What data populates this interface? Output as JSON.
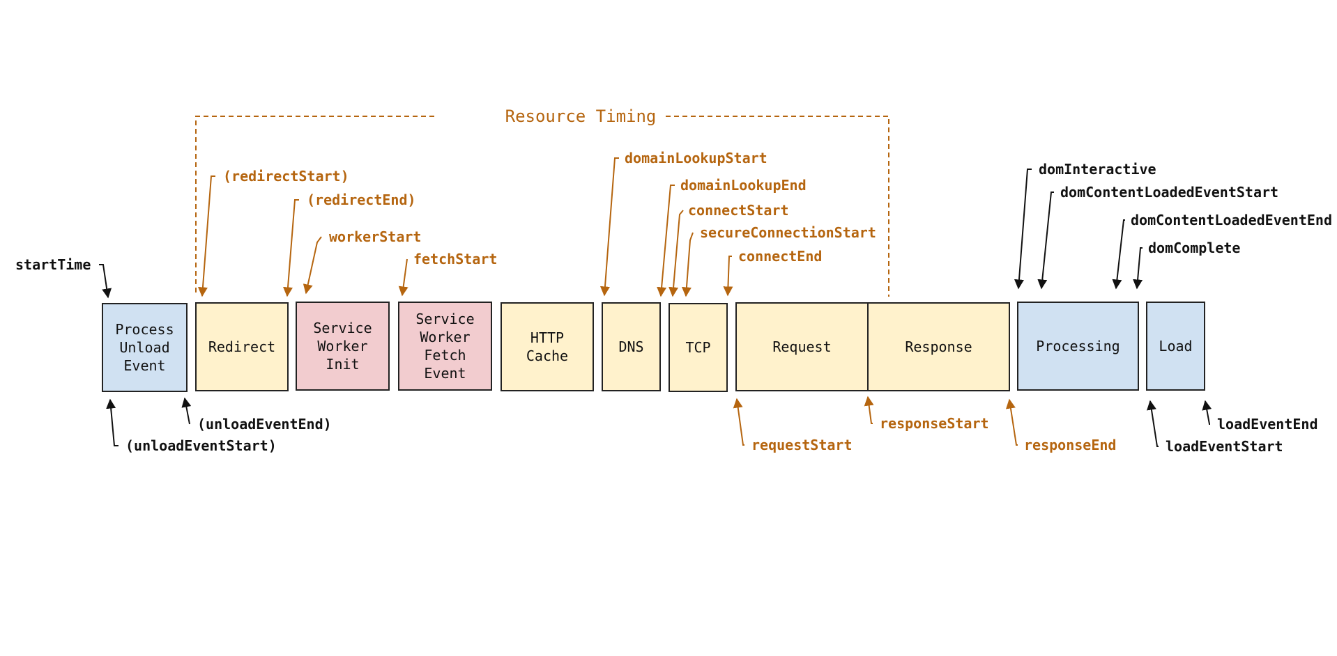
{
  "title": "Resource Timing",
  "colors": {
    "resource_timing": "#b5650f",
    "navigation": "#111111",
    "blue_fill": "#d0e1f2",
    "yellow_fill": "#fff2cc",
    "pink_fill": "#f2cccf"
  },
  "phases": [
    {
      "id": "process-unload-event",
      "lines": [
        "Process",
        "Unload",
        "Event"
      ],
      "fill": "blue"
    },
    {
      "id": "redirect",
      "lines": [
        "Redirect"
      ],
      "fill": "yellow"
    },
    {
      "id": "service-worker-init",
      "lines": [
        "Service",
        "Worker",
        "Init"
      ],
      "fill": "pink"
    },
    {
      "id": "service-worker-fetch-event",
      "lines": [
        "Service",
        "Worker",
        "Fetch",
        "Event"
      ],
      "fill": "pink"
    },
    {
      "id": "http-cache",
      "lines": [
        "HTTP",
        "Cache"
      ],
      "fill": "yellow"
    },
    {
      "id": "dns",
      "lines": [
        "DNS"
      ],
      "fill": "yellow"
    },
    {
      "id": "tcp",
      "lines": [
        "TCP"
      ],
      "fill": "yellow"
    },
    {
      "id": "request",
      "lines": [
        "Request"
      ],
      "fill": "yellow"
    },
    {
      "id": "response",
      "lines": [
        "Response"
      ],
      "fill": "yellow"
    },
    {
      "id": "processing",
      "lines": [
        "Processing"
      ],
      "fill": "blue"
    },
    {
      "id": "load",
      "lines": [
        "Load"
      ],
      "fill": "blue"
    }
  ],
  "timestamps": [
    {
      "label": "startTime",
      "kind": "navigation"
    },
    {
      "label": "(unloadEventStart)",
      "kind": "navigation"
    },
    {
      "label": "(unloadEventEnd)",
      "kind": "navigation"
    },
    {
      "label": "(redirectStart)",
      "kind": "resource"
    },
    {
      "label": "(redirectEnd)",
      "kind": "resource"
    },
    {
      "label": "workerStart",
      "kind": "resource"
    },
    {
      "label": "fetchStart",
      "kind": "resource"
    },
    {
      "label": "domainLookupStart",
      "kind": "resource"
    },
    {
      "label": "domainLookupEnd",
      "kind": "resource"
    },
    {
      "label": "connectStart",
      "kind": "resource"
    },
    {
      "label": "secureConnectionStart",
      "kind": "resource"
    },
    {
      "label": "connectEnd",
      "kind": "resource"
    },
    {
      "label": "requestStart",
      "kind": "resource"
    },
    {
      "label": "responseStart",
      "kind": "resource"
    },
    {
      "label": "responseEnd",
      "kind": "resource"
    },
    {
      "label": "domInteractive",
      "kind": "navigation"
    },
    {
      "label": "domContentLoadedEventStart",
      "kind": "navigation"
    },
    {
      "label": "domContentLoadedEventEnd",
      "kind": "navigation"
    },
    {
      "label": "domComplete",
      "kind": "navigation"
    },
    {
      "label": "loadEventStart",
      "kind": "navigation"
    },
    {
      "label": "loadEventEnd",
      "kind": "navigation"
    }
  ]
}
